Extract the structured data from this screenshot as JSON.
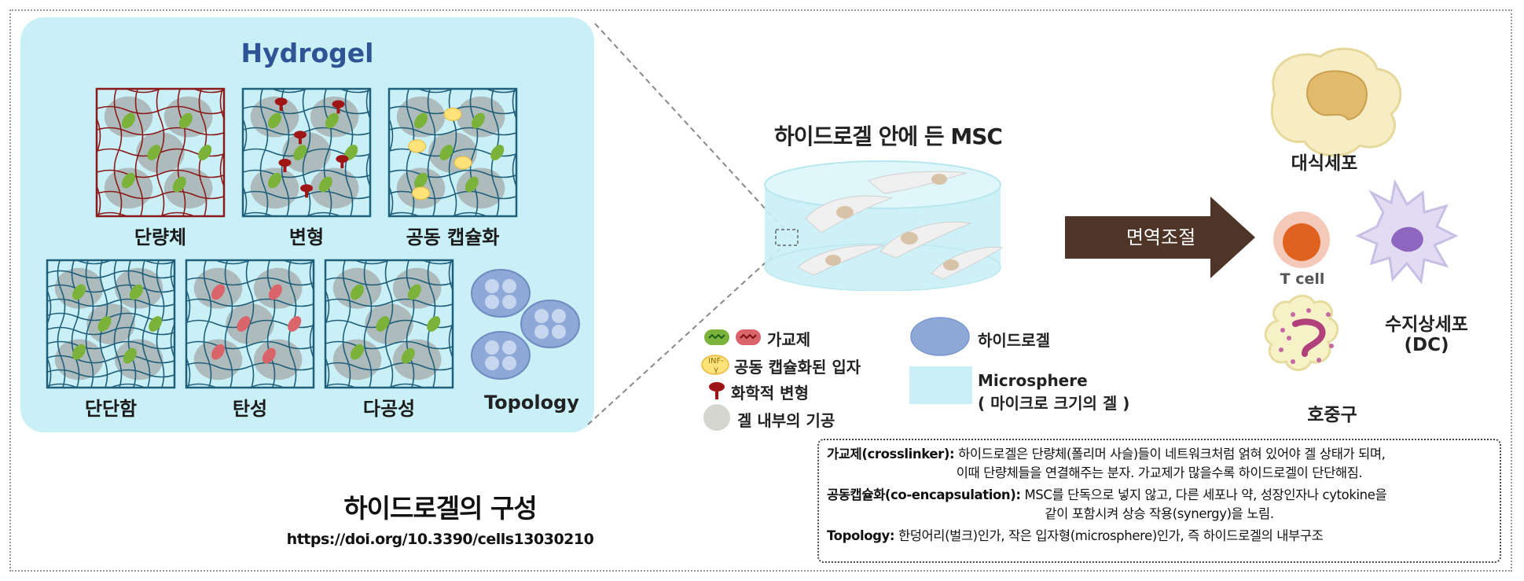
{
  "left_panel": {
    "title": "Hydrogel",
    "tiles": [
      {
        "label": "단량체"
      },
      {
        "label": "변형"
      },
      {
        "label": "공동 캡슐화"
      },
      {
        "label": "단단함"
      },
      {
        "label": "탄성"
      },
      {
        "label": "다공성"
      }
    ],
    "topology_label": "Topology"
  },
  "center": {
    "title": "하이드로겔 안에 든 MSC"
  },
  "arrow": {
    "label": "면역조절",
    "color": "#4e3527"
  },
  "cells": {
    "macrophage": "대식세포",
    "tcell": "T cell",
    "dendritic": "수지상세포\n(DC)",
    "neutrophil": "호중구"
  },
  "legend": {
    "crosslinker": "가교제",
    "particle": "공동 캡슐화된 입자",
    "particle_icon_text": "INF-γ",
    "chemical": "화학적 변형",
    "pore": "겔 내부의 기공",
    "hydrogel": "하이드로겔",
    "microsphere_line1": "Microsphere",
    "microsphere_line2": "( 마이크로 크기의 겔 )"
  },
  "footer": {
    "title": "하이드로겔의 구성",
    "doi": "https://doi.org/10.3390/cells13030210"
  },
  "definitions": {
    "crosslinker_term": "가교제(crosslinker):",
    "crosslinker_text1": " 하이드로겔은 단량체(폴리머 사슬)들이 네트워크처럼 얽혀 있어야 겔 상태가 되며,",
    "crosslinker_text2": "이때 단량체들을 연결해주는 분자. 가교제가 많을수록  하이드로겔이 단단해짐.",
    "coenc_term": "공동캡슐화(co-encapsulation):",
    "coenc_text1": " MSC를 단독으로 넣지 않고, 다른 세포나 약, 성장인자나 cytokine을",
    "coenc_text2": "같이 포함시켜  상승 작용(synergy)을 노림.",
    "topology_term": "Topology:",
    "topology_text": " 한덩어리(벌크)인가,  작은  입자형(microsphere)인가, 즉 하이드로겔의 내부구조"
  },
  "colors": {
    "panel_bg": "#c9f0f7",
    "title_blue": "#2f5496",
    "mesh_blue": "#1f5f7a",
    "mesh_red": "#8b1a1a",
    "crosslink_green": "#7bb23a",
    "crosslink_red": "#d9646a",
    "pore_gray": "#a9b1b1",
    "hydrogel_blue": "#8ea9d8",
    "microsphere_cyan": "#c9f0f7"
  }
}
